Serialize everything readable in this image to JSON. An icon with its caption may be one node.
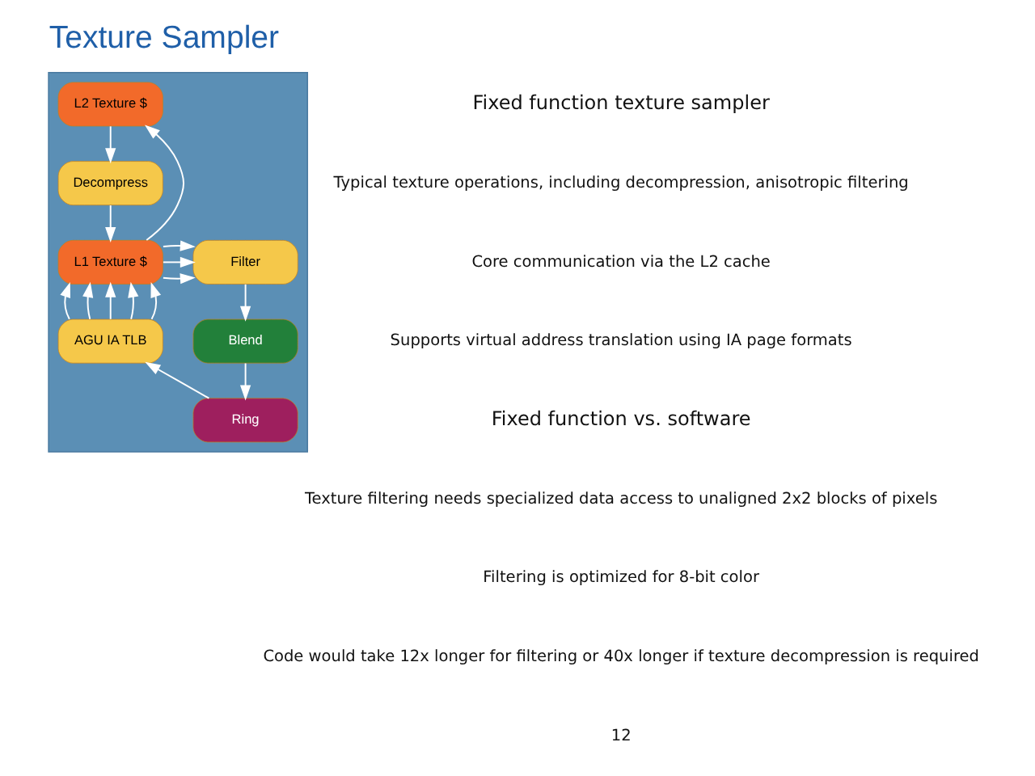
{
  "diagram": {
    "title": "Texture Sampler",
    "nodes": [
      {
        "text": [],
        "shape": "box"
      },
      {
        "text": [
          "L2 Texture $"
        ],
        "in": 0
      },
      {
        "text": [
          "Decompress"
        ],
        "in": 0
      },
      {
        "text": [
          "Filter"
        ],
        "in": 0
      },
      {
        "text": [
          "L1 Texture $"
        ],
        "in": 0
      },
      {
        "text": [
          "Blend"
        ],
        "in": 0
      },
      {
        "text": [
          "AGU IA TLB"
        ],
        "in": 0
      },
      {
        "text": [
          "Ring"
        ],
        "in": 0
      }
    ],
    "edges": [
      {
        "from": 1,
        "to": 2,
        "arrow": "to"
      },
      {
        "from": 2,
        "to": 4,
        "arrow": "to"
      },
      {
        "from": 4,
        "to": 1,
        "arrow": "to"
      },
      {
        "from": 4,
        "to": 3,
        "arrow": "to"
      },
      {
        "from": 4,
        "to": 3,
        "arrow": "to"
      },
      {
        "from": 4,
        "to": 3,
        "arrow": "to"
      },
      {
        "from": 3,
        "to": 5,
        "arrow": "to"
      },
      {
        "from": 5,
        "to": 7,
        "arrow": "to"
      },
      {
        "from": 7,
        "to": 6,
        "arrow": "to"
      },
      {
        "from": 6,
        "to": 4,
        "arrow": "to"
      },
      {
        "from": 6,
        "to": 4,
        "arrow": "to"
      },
      {
        "from": 6,
        "to": 4,
        "arrow": "to"
      },
      {
        "from": 6,
        "to": 4,
        "arrow": "to"
      },
      {
        "from": 6,
        "to": 4,
        "arrow": "to"
      }
    ],
    "labels": [
      "Fixed function texture sampler",
      "Typical texture operations, including decompression, anisotropic filtering",
      "Core communication via the L2 cache",
      "Supports virtual address translation using IA page formats",
      "Fixed function vs. software",
      "Texture filtering needs specialized data access to unaligned 2x2 blocks of pixels",
      "Filtering is optimized for 8-bit color",
      "Code would take 12x longer for filtering or 40x longer if texture decompression is required",
      "12"
    ]
  }
}
